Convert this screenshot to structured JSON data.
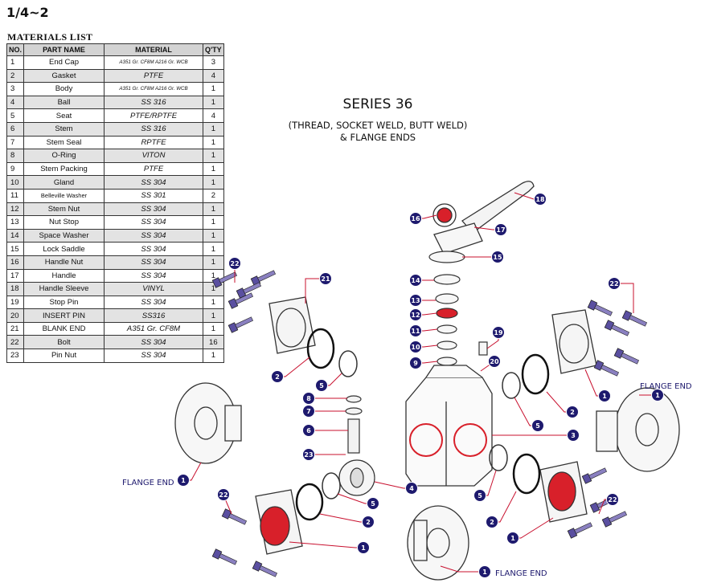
{
  "size_label": "1/4~2",
  "materials": {
    "title": "MATERIALS  LIST",
    "headers": [
      "NO.",
      "PART NAME",
      "MATERIAL",
      "Q'TY"
    ],
    "rows": [
      {
        "no": "1",
        "part": "End Cap",
        "material": "A351 Gr. CF8M  A216 Gr. WCB",
        "qty": "3"
      },
      {
        "no": "2",
        "part": "Gasket",
        "material": "PTFE",
        "qty": "4"
      },
      {
        "no": "3",
        "part": "Body",
        "material": "A351 Gr. CF8M  A216 Gr. WCB",
        "qty": "1"
      },
      {
        "no": "4",
        "part": "Ball",
        "material": "SS 316",
        "qty": "1"
      },
      {
        "no": "5",
        "part": "Seat",
        "material": "PTFE/RPTFE",
        "qty": "4"
      },
      {
        "no": "6",
        "part": "Stem",
        "material": "SS 316",
        "qty": "1"
      },
      {
        "no": "7",
        "part": "Stem Seal",
        "material": "RPTFE",
        "qty": "1"
      },
      {
        "no": "8",
        "part": "O-Ring",
        "material": "VITON",
        "qty": "1"
      },
      {
        "no": "9",
        "part": "Stem Packing",
        "material": "PTFE",
        "qty": "1"
      },
      {
        "no": "10",
        "part": "Gland",
        "material": "SS 304",
        "qty": "1"
      },
      {
        "no": "11",
        "part": "Belleville Washer",
        "material": "SS 301",
        "qty": "2"
      },
      {
        "no": "12",
        "part": "Stem Nut",
        "material": "SS 304",
        "qty": "1"
      },
      {
        "no": "13",
        "part": "Nut Stop",
        "material": "SS 304",
        "qty": "1"
      },
      {
        "no": "14",
        "part": "Space Washer",
        "material": "SS 304",
        "qty": "1"
      },
      {
        "no": "15",
        "part": "Lock Saddle",
        "material": "SS 304",
        "qty": "1"
      },
      {
        "no": "16",
        "part": "Handle Nut",
        "material": "SS 304",
        "qty": "1"
      },
      {
        "no": "17",
        "part": "Handle",
        "material": "SS 304",
        "qty": "1"
      },
      {
        "no": "18",
        "part": "Handle Sleeve",
        "material": "VINYL",
        "qty": "1"
      },
      {
        "no": "19",
        "part": "Stop Pin",
        "material": "SS 304",
        "qty": "1"
      },
      {
        "no": "20",
        "part": "INSERT PIN",
        "material": "SS316",
        "qty": "1"
      },
      {
        "no": "21",
        "part": "BLANK END",
        "material": "A351 Gr. CF8M",
        "qty": "1"
      },
      {
        "no": "22",
        "part": "Bolt",
        "material": "SS 304",
        "qty": "16"
      },
      {
        "no": "23",
        "part": "Pin Nut",
        "material": "SS 304",
        "qty": "1"
      }
    ]
  },
  "series": {
    "title": "SERIES 36",
    "subtitle_line1": "(THREAD, SOCKET WELD, BUTT WELD)",
    "subtitle_line2": "& FLANGE ENDS"
  },
  "flange_end_label": "FLANGE END",
  "colors": {
    "callout_fill": "#1e1a6e",
    "leader_line": "#c8102e",
    "bolt_color": "#5a4fa0",
    "seal_red": "#d8202a"
  }
}
